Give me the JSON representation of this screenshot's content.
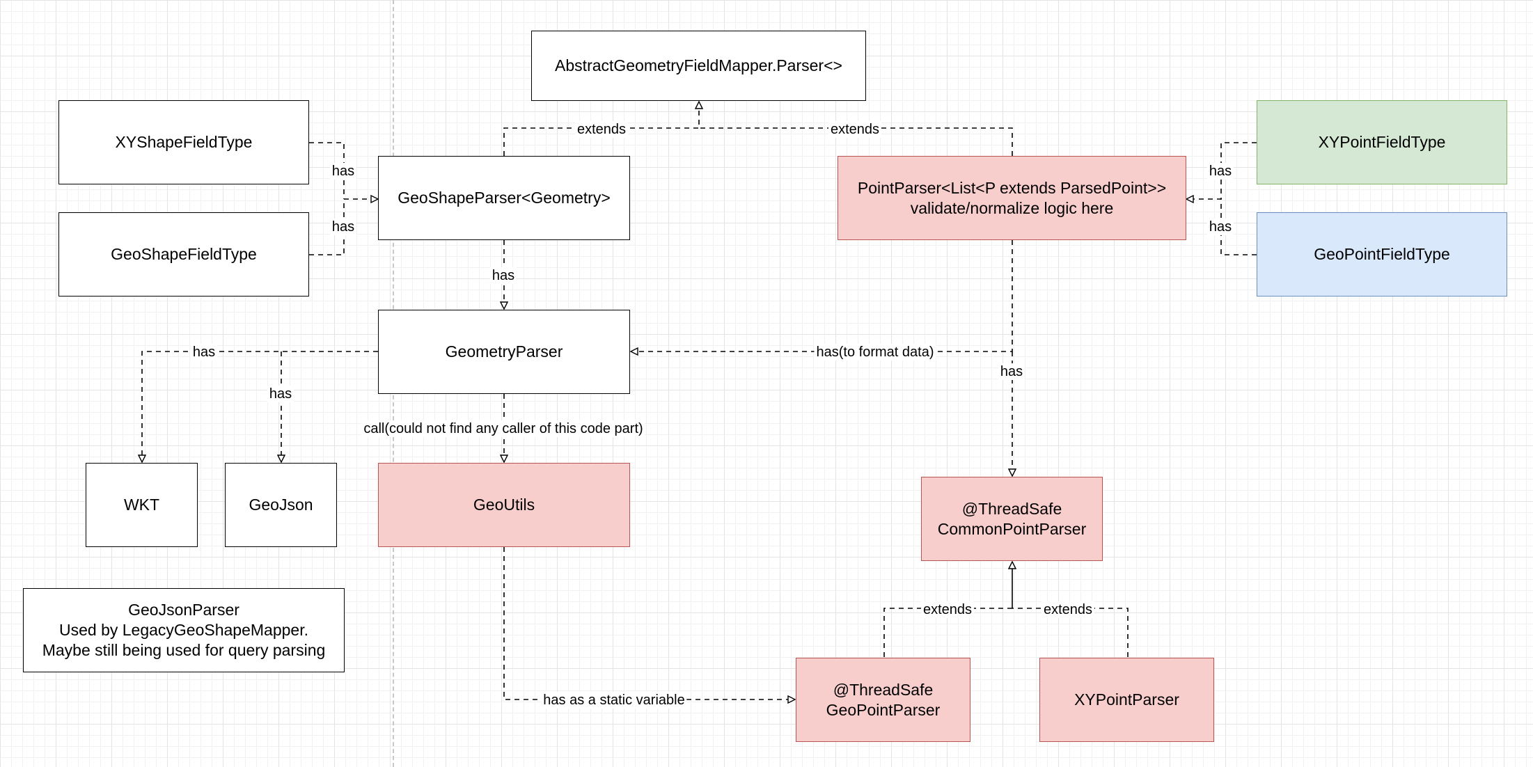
{
  "nodes": {
    "abstract_parser": "AbstractGeometryFieldMapper.Parser<>",
    "xy_shape_field_type": "XYShapeFieldType",
    "geo_shape_field_type": "GeoShapeFieldType",
    "geo_shape_parser": "GeoShapeParser<Geometry>",
    "point_parser": "PointParser<List<P extends ParsedPoint>>\nvalidate/normalize logic here",
    "xy_point_field_type": "XYPointFieldType",
    "geo_point_field_type": "GeoPointFieldType",
    "geometry_parser": "GeometryParser",
    "wkt": "WKT",
    "geojson": "GeoJson",
    "geo_utils": "GeoUtils",
    "common_point_parser": "@ThreadSafe\nCommonPointParser",
    "geojson_parser_note": "GeoJsonParser\nUsed by LegacyGeoShapeMapper.\nMaybe still being used for query parsing",
    "geo_point_parser": "@ThreadSafe\nGeoPointParser",
    "xy_point_parser": "XYPointParser"
  },
  "edges": {
    "extends_geo_shape_parser": "extends",
    "extends_point_parser": "extends",
    "has_xy_shape_field_type": "has",
    "has_geo_shape_field_type": "has",
    "has_xy_point_field_type": "has",
    "has_geo_point_field_type": "has",
    "has_geometry_parser": "has",
    "has_wkt": "has",
    "has_geojson": "has",
    "has_to_format_data": "has(to format data)",
    "has_common_point_parser": "has",
    "call_geo_utils": "call(could not find any caller of this code part)",
    "has_static_variable": "has as a static variable",
    "extends_geo_point_parser": "extends",
    "extends_xy_point_parser": "extends"
  },
  "colors": {
    "red_fill": "#f8cecc",
    "red_stroke": "#b85450",
    "green_fill": "#d5e8d4",
    "green_stroke": "#82b366",
    "blue_fill": "#dae8fc",
    "blue_stroke": "#6c8ebf"
  }
}
